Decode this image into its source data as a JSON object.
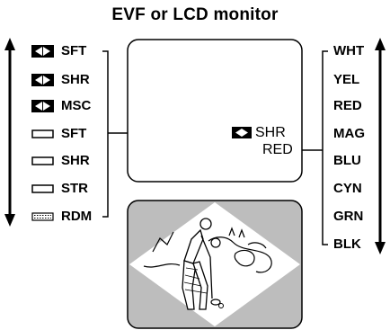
{
  "title": "EVF or LCD monitor",
  "modes": [
    {
      "icon": "solid-box-arrows-icon",
      "label": "SFT"
    },
    {
      "icon": "solid-box-arrows-icon",
      "label": "SHR"
    },
    {
      "icon": "solid-box-arrows-icon",
      "label": "MSC"
    },
    {
      "icon": "outline-box-icon",
      "label": "SFT"
    },
    {
      "icon": "outline-box-icon",
      "label": "SHR"
    },
    {
      "icon": "outline-box-icon",
      "label": "STR"
    },
    {
      "icon": "dotted-box-icon",
      "label": "RDM"
    }
  ],
  "colors": [
    "WHT",
    "YEL",
    "RED",
    "MAG",
    "BLU",
    "CYN",
    "GRN",
    "BLK"
  ],
  "monitor": {
    "mode_label": "SHR",
    "color_label": "RED"
  }
}
